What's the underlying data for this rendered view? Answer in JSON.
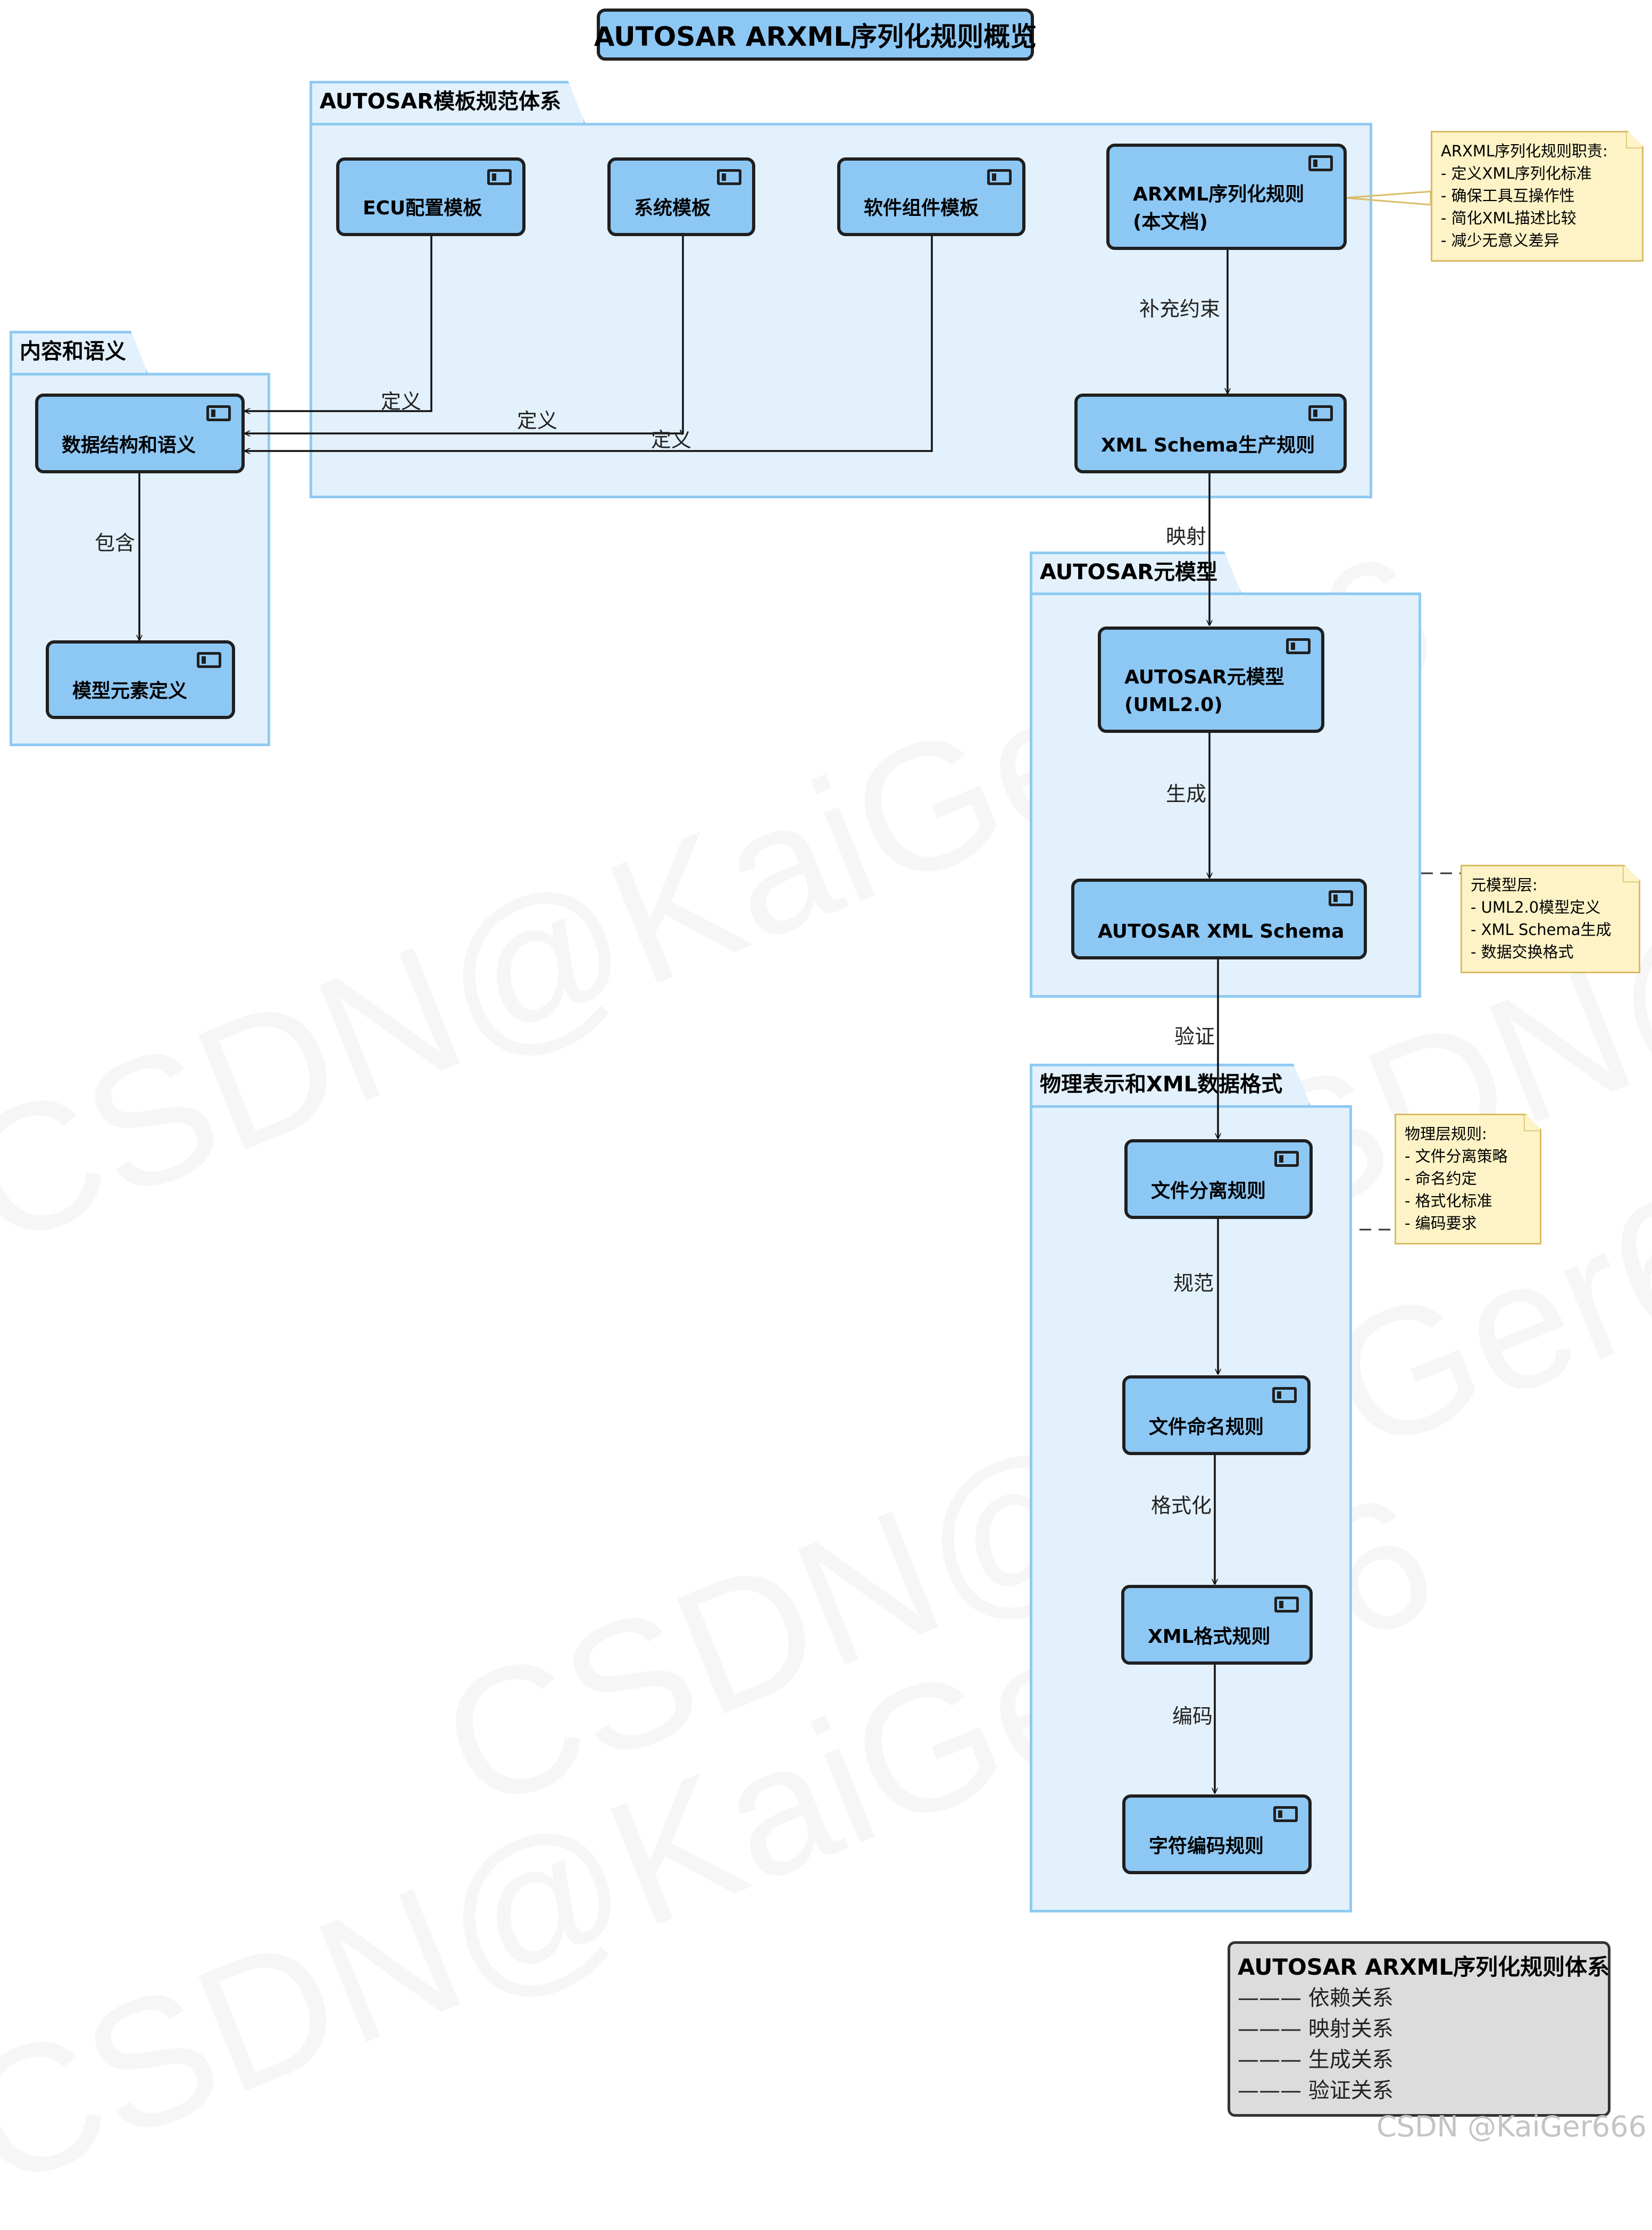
{
  "title": "AUTOSAR ARXML序列化规则概览",
  "packages": {
    "template": "AUTOSAR模板规范体系",
    "content": "内容和语义",
    "metamodel": "AUTOSAR元模型",
    "physical": "物理表示和XML数据格式"
  },
  "components": {
    "ecu": "ECU配置模板",
    "system": "系统模板",
    "swc": "软件组件模板",
    "arxml_line1": "ARXML序列化规则",
    "arxml_line2": "(本文档)",
    "schema_rules": "XML Schema生产规则",
    "data_struct": "数据结构和语义",
    "model_elem": "模型元素定义",
    "meta_line1": "AUTOSAR元模型",
    "meta_line2": "(UML2.0)",
    "xml_schema": "AUTOSAR XML Schema",
    "file_sep": "文件分离规则",
    "file_name": "文件命名规则",
    "xml_format": "XML格式规则",
    "char_enc": "字符编码规则"
  },
  "edges": {
    "define1": "定义",
    "define2": "定义",
    "define3": "定义",
    "supplement": "补充约束",
    "contains": "包含",
    "mapping": "映射",
    "generate": "生成",
    "verify": "验证",
    "standard": "规范",
    "format": "格式化",
    "encode": "编码"
  },
  "notes": {
    "arxml": [
      "ARXML序列化规则职责:",
      "- 定义XML序列化标准",
      "- 确保工具互操作性",
      "- 简化XML描述比较",
      "- 减少无意义差异"
    ],
    "meta": [
      "元模型层:",
      "- UML2.0模型定义",
      "- XML Schema生成",
      "- 数据交换格式"
    ],
    "physical": [
      "物理层规则:",
      "- 文件分离策略",
      "- 命名约定",
      "- 格式化标准",
      "- 编码要求"
    ]
  },
  "legend": {
    "title": "AUTOSAR ARXML序列化规则体系",
    "items": [
      "——— 依赖关系",
      "——— 映射关系",
      "——— 生成关系",
      "——— 验证关系"
    ]
  },
  "watermark": "CSDN@KaiGer666",
  "credit": "CSDN @KaiGer666",
  "colors": {
    "package_fill": "#e3f1fc",
    "package_border": "#8fcaf2",
    "component_fill": "#8dc8f5",
    "note_fill": "#fdf3c7",
    "legend_fill": "#dcdcdc"
  }
}
